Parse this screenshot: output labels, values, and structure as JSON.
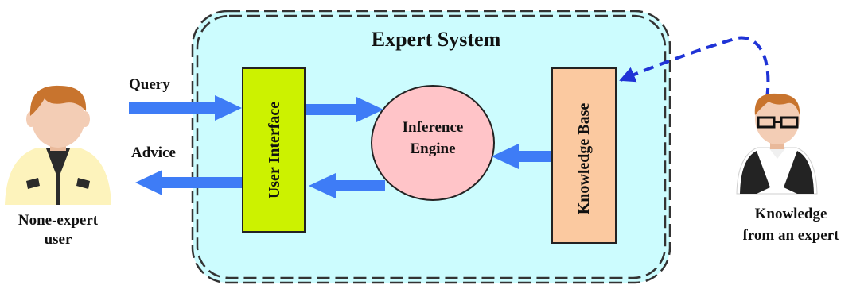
{
  "system": {
    "title": "Expert System"
  },
  "labels": {
    "query": "Query",
    "advice": "Advice",
    "user_line1": "None-expert",
    "user_line2": "user",
    "expert_line1": "Knowledge",
    "expert_line2": "from an expert"
  },
  "components": {
    "user_interface": "User Interface",
    "inference_line1": "Inference",
    "inference_line2": "Engine",
    "knowledge_base": "Knowledge Base"
  },
  "colors": {
    "system_fill": "#ccfcfe",
    "system_border": "#333333",
    "user_interface_fill": "#ccf200",
    "inference_fill": "#ffc4c8",
    "knowledge_base_fill": "#fbc9a0",
    "arrow": "#3e7cf6",
    "dashed_arrow": "#1f33d6",
    "user_shirt": "#fdf3bc",
    "user_hair": "#c8742e",
    "skin": "#f3cdb5",
    "expert_vest": "#232323"
  },
  "icons": {
    "user": "non-expert-user-avatar",
    "expert": "expert-avatar-with-glasses"
  }
}
